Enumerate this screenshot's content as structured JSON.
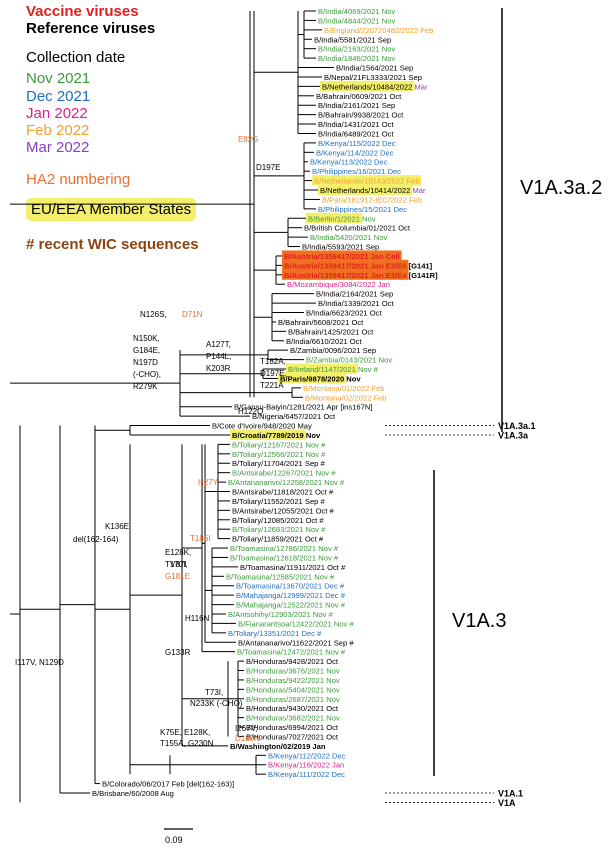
{
  "legend": {
    "vaccine_viruses": "Vaccine viruses",
    "reference_viruses": "Reference viruses",
    "collection_date": "Collection date",
    "months": [
      {
        "label": "Nov 2021",
        "color": "#3a9a3a"
      },
      {
        "label": "Dec 2021",
        "color": "#1f6fc0"
      },
      {
        "label": "Jan 2022",
        "color": "#e0208a"
      },
      {
        "label": "Feb 2022",
        "color": "#f0a030"
      },
      {
        "label": "Mar 2022",
        "color": "#8b3fc0"
      }
    ],
    "ha2_numbering": "HA2 numbering",
    "eu_eea": "EU/EEA Member States",
    "wic": "# recent WIC sequences"
  },
  "colors": {
    "vaccine": "#e02020",
    "reference": "#000000",
    "nov": "#3a9a3a",
    "dec": "#1f6fc0",
    "jan": "#e0208a",
    "feb": "#f0a030",
    "mar": "#8b3fc0",
    "ha2": "#e87030",
    "eu_highlight": "#f4ef6b",
    "vaccine_highlight": "#f07020",
    "wic": "#c07020"
  },
  "clades": {
    "v1a3a2": "V1A.3a.2",
    "v1a3": "V1A.3"
  },
  "scale_bar": "0.09",
  "taxa": [
    {
      "label": "B/India/4069/2021 Nov",
      "c": "nov"
    },
    {
      "label": "B/India/4844/2021 Nov",
      "c": "nov"
    },
    {
      "label": "B/England/220720482/2022 Feb",
      "c": "feb"
    },
    {
      "label": "B/India/5581/2021 Sep",
      "c": "k"
    },
    {
      "label": "B/India/2163/2021 Nov",
      "c": "nov"
    },
    {
      "label": "B/India/1846/2021 Nov",
      "c": "nov"
    },
    {
      "label": "B/India/1564/2021 Sep",
      "c": "k"
    },
    {
      "label": "B/Nepal/21FL3333/2021 Sep",
      "c": "k"
    },
    {
      "label": "B/Netherlands/10484/2022",
      "suffix": " Mar",
      "c": "k",
      "sc": "mar",
      "hl": "eu"
    },
    {
      "label": "B/Bahrain/0609/2021 Oct",
      "c": "k"
    },
    {
      "label": "B/India/2161/2021 Sep",
      "c": "k"
    },
    {
      "label": "B/Bahrain/9938/2021 Oct",
      "c": "k"
    },
    {
      "label": "B/India/1431/2021 Oct",
      "c": "k"
    },
    {
      "label": "B/India/6489/2021 Oct",
      "c": "k"
    },
    {
      "label": "B/Kenya/115/2022 Dec",
      "c": "dec"
    },
    {
      "label": "B/Kenya/114/2022 Dec",
      "c": "dec"
    },
    {
      "label": "B/Kenya/113/2022 Dec",
      "c": "dec"
    },
    {
      "label": "B/Philippines/16/2021 Dec",
      "c": "dec"
    },
    {
      "label": "B/Netherlands/10143/2022 Feb",
      "c": "feb",
      "hl": "eu"
    },
    {
      "label": "B/Netherlands/10414/2022",
      "suffix": " Mar",
      "c": "k",
      "sc": "mar",
      "hl": "eu"
    },
    {
      "label": "B/Para/181912-IEC/2022 Feb",
      "c": "feb"
    },
    {
      "label": "B/Philippines/15/2021 Dec",
      "c": "dec"
    },
    {
      "label": "B/Berlin/1/2021",
      "suffix": " Nov",
      "c": "nov",
      "sc": "nov",
      "hl": "eu"
    },
    {
      "label": "B/British Columbia/01/2021 Oct",
      "c": "k"
    },
    {
      "label": "B/India/5420/2021 Nov",
      "c": "nov"
    },
    {
      "label": "B/India/5593/2021 Sep",
      "c": "k"
    },
    {
      "label": "B/Austria/1359417/2021 Jan Cell",
      "c": "vac",
      "hl": "vac",
      "bold": true
    },
    {
      "label": "B/Austria/1359417/2021 Jan E3/E5",
      "suffix": " [G141]",
      "c": "vac",
      "sc": "k",
      "hl": "vac",
      "bold": true
    },
    {
      "label": "B/Austria/1359417/2021 Jan E3/E4",
      "suffix": " [G141R]",
      "c": "vac",
      "sc": "k",
      "hl": "vac",
      "bold": true
    },
    {
      "label": "B/Mozambique/3084/2022 Jan",
      "c": "jan"
    },
    {
      "label": "B/India/2164/2021 Sep",
      "c": "k"
    },
    {
      "label": "B/India/1339/2021 Oct",
      "c": "k"
    },
    {
      "label": "B/India/6623/2021 Oct",
      "c": "k"
    },
    {
      "label": "B/Bahrain/5608/2021 Oct",
      "c": "k"
    },
    {
      "label": "B/Bahrain/1425/2021 Oct",
      "c": "k"
    },
    {
      "label": "B/India/6610/2021 Oct",
      "c": "k"
    },
    {
      "label": "B/Zambia/0096/2021 Sep",
      "c": "k"
    },
    {
      "label": "B/Zambia/0143/2021 Nov",
      "c": "nov"
    },
    {
      "label": "B/Ireland/1147/2021",
      "suffix": " Nov #",
      "c": "nov",
      "sc": "nov",
      "hl": "eu"
    },
    {
      "label": "B/Paris/9878/2020",
      "suffix": " Nov",
      "c": "k",
      "sc": "k",
      "hl": "eu",
      "bold": true
    },
    {
      "label": "B/Montana/01/2022 Feb",
      "c": "feb"
    },
    {
      "label": "B/Montana/02/2022 Feb",
      "c": "feb"
    },
    {
      "label": "B/Gansu-Baiyin/1281/2021 Apr [ins167N]",
      "c": "k"
    },
    {
      "label": "B/Nigeria/6457/2021 Oct",
      "c": "k"
    },
    {
      "label": "B/Cote d'Ivoire/948/2020 May",
      "c": "k"
    },
    {
      "label": "B/Croatia/7789/2019",
      "suffix": " Nov",
      "c": "k",
      "sc": "k",
      "hl": "eu",
      "bold": true
    },
    {
      "label": "B/Toliary/12167/2021 Nov #",
      "c": "nov"
    },
    {
      "label": "B/Toliary/12566/2021 Nov #",
      "c": "nov"
    },
    {
      "label": "B/Toliary/11704/2021 Sep #",
      "c": "k"
    },
    {
      "label": "B/Antsirabe/12267/2021 Nov #",
      "c": "nov"
    },
    {
      "label": "B/Antananarivo/12258/2021 Nov #",
      "c": "nov"
    },
    {
      "label": "B/Antsirabe/11818/2021 Oct #",
      "c": "k"
    },
    {
      "label": "B/Toliary/11552/2021 Sep #",
      "c": "k"
    },
    {
      "label": "B/Antsirabe/12055/2021 Oct #",
      "c": "k"
    },
    {
      "label": "B/Toliary/12085/2021 Oct #",
      "c": "k"
    },
    {
      "label": "B/Toliary/12683/2021 Nov #",
      "c": "nov"
    },
    {
      "label": "B/Toliary/11859/2021 Oct #",
      "c": "k"
    },
    {
      "label": "B/Toamasina/12786/2021 Nov #",
      "c": "nov"
    },
    {
      "label": "B/Toamasina/12618/2021 Nov #",
      "c": "nov"
    },
    {
      "label": "B/Toamasina/11911/2021 Oct #",
      "c": "k"
    },
    {
      "label": "B/Toamasina/12585/2021 Nov #",
      "c": "nov"
    },
    {
      "label": "B/Toamasina/13670/2021 Dec #",
      "c": "dec"
    },
    {
      "label": "B/Mahajanga/12999/2021 Dec #",
      "c": "dec"
    },
    {
      "label": "B/Mahajanga/12522/2021 Nov #",
      "c": "nov"
    },
    {
      "label": "B/Antsohihy/12903/2021 Nov #",
      "c": "nov"
    },
    {
      "label": "B/Fianarantsoa/12422/2021 Nov #",
      "c": "nov"
    },
    {
      "label": "B/Toliary/13351/2021 Dec #",
      "c": "dec"
    },
    {
      "label": "B/Antananarivo/11622/2021 Sep #",
      "c": "k"
    },
    {
      "label": "B/Toamasina/12472/2021 Nov #",
      "c": "nov"
    },
    {
      "label": "B/Honduras/9428/2021 Oct",
      "c": "k"
    },
    {
      "label": "B/Honduras/3676/2021 Nov",
      "c": "nov"
    },
    {
      "label": "B/Honduras/9422/2021 Nov",
      "c": "nov"
    },
    {
      "label": "B/Honduras/5404/2021 Nov",
      "c": "nov"
    },
    {
      "label": "B/Honduras/2687/2021 Nov",
      "c": "nov"
    },
    {
      "label": "B/Honduras/9430/2021 Oct",
      "c": "k"
    },
    {
      "label": "B/Honduras/3682/2021 Nov",
      "c": "nov"
    },
    {
      "label": "B/Honduras/6994/2021 Oct",
      "c": "k"
    },
    {
      "label": "B/Honduras/7027/2021 Oct",
      "c": "k"
    },
    {
      "label": "B/Washington/02/2019 Jan",
      "c": "k",
      "bold": true
    },
    {
      "label": "B/Kenya/112/2022 Dec",
      "c": "dec"
    },
    {
      "label": "B/Kenya/116/2022 Jan",
      "c": "jan"
    },
    {
      "label": "B/Kenya/111/2022 Dec",
      "c": "dec"
    },
    {
      "label": "B/Colorado/06/2017 Feb [del(162-163)]",
      "c": "k"
    },
    {
      "label": "B/Brisbane/60/2008 Aug",
      "c": "k"
    }
  ],
  "subclade_labels": [
    {
      "tip": 44,
      "label": "V1A.3a.1"
    },
    {
      "tip": 45,
      "label": "V1A.3a"
    },
    {
      "tip": 83,
      "label": "V1A.1"
    },
    {
      "tip": 84,
      "label": "V1A"
    }
  ],
  "mutations": [
    {
      "text": "E82G",
      "c": "ha2"
    },
    {
      "text": "D197E",
      "c": "k"
    },
    {
      "text": "N126S,",
      "c": "k"
    },
    {
      "text": "D71N",
      "c": "ha2"
    },
    {
      "text": "A127T,",
      "c": "k"
    },
    {
      "text": "P144L,",
      "c": "k"
    },
    {
      "text": "K203R",
      "c": "k"
    },
    {
      "text": "N150K,",
      "c": "k"
    },
    {
      "text": "G184E,",
      "c": "k"
    },
    {
      "text": "N197D",
      "c": "k"
    },
    {
      "text": "(-CHO),",
      "c": "k"
    },
    {
      "text": "R279K",
      "c": "k"
    },
    {
      "text": "T182A,",
      "c": "k"
    },
    {
      "text": "D197E,",
      "c": "k"
    },
    {
      "text": "T221A",
      "c": "k"
    },
    {
      "text": "H122Q",
      "c": "k"
    },
    {
      "text": "H27Y",
      "c": "ha2"
    },
    {
      "text": "T186I",
      "c": "ha2"
    },
    {
      "text": "V87I",
      "c": "k"
    },
    {
      "text": "K136E,",
      "c": "k"
    },
    {
      "text": "del(162-164)",
      "c": "k"
    },
    {
      "text": "E128K,",
      "c": "k"
    },
    {
      "text": "T170I,",
      "c": "k"
    },
    {
      "text": "G181E",
      "c": "ha2"
    },
    {
      "text": "H116N",
      "c": "k"
    },
    {
      "text": "G133R",
      "c": "k"
    },
    {
      "text": "I117V, N129D",
      "c": "k"
    },
    {
      "text": "T73I,",
      "c": "k"
    },
    {
      "text": "N233K (-CHO)",
      "c": "k"
    },
    {
      "text": "I267V,",
      "c": "k"
    },
    {
      "text": "D180N",
      "c": "ha2"
    },
    {
      "text": "K75E, E128K,",
      "c": "k"
    },
    {
      "text": "T155A, G230N",
      "c": "k"
    }
  ]
}
